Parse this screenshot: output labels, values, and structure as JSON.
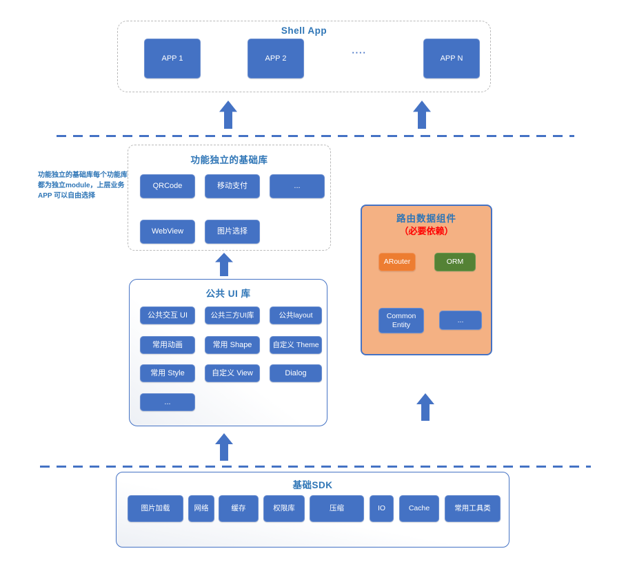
{
  "colors": {
    "box_blue": "#4472C4",
    "title_blue": "#2E75B6",
    "orange_fill": "#F4B183",
    "arouter_orange": "#ED7D31",
    "orm_green": "#548235",
    "required_red": "#FF0000",
    "dashed_gray": "#B9B9B9"
  },
  "shell_app": {
    "title": "Shell App",
    "apps": [
      "APP  1",
      "APP 2",
      "APP N"
    ],
    "ellipsis": "····"
  },
  "side_note": "功能独立的基础库每个功能库\n都为独立module，上层业务\nAPP 可以自由选择",
  "feature_lib": {
    "title": "功能独立的基础库",
    "row1": [
      "QRCode",
      "移动支付",
      "..."
    ],
    "row2": [
      "WebView",
      "图片选择"
    ]
  },
  "router_component": {
    "title": "路由数据组件",
    "subtitle": "（必要依赖）",
    "arouter": "ARouter",
    "orm": "ORM",
    "common_entity": "Common Entity",
    "ellipsis": "..."
  },
  "ui_lib": {
    "title": "公共 UI 库",
    "rows": [
      [
        "公共交互 UI",
        "公共三方UI库",
        "公共layout"
      ],
      [
        "常用动画",
        "常用 Shape",
        "自定义 Theme"
      ],
      [
        "常用 Style",
        "自定义 View",
        "Dialog"
      ],
      [
        "..."
      ]
    ]
  },
  "base_sdk": {
    "title": "基础SDK",
    "items": [
      "图片加载",
      "网络",
      "缓存",
      "权限库",
      "压缩",
      "IO",
      "Cache",
      "常用工具类"
    ]
  }
}
